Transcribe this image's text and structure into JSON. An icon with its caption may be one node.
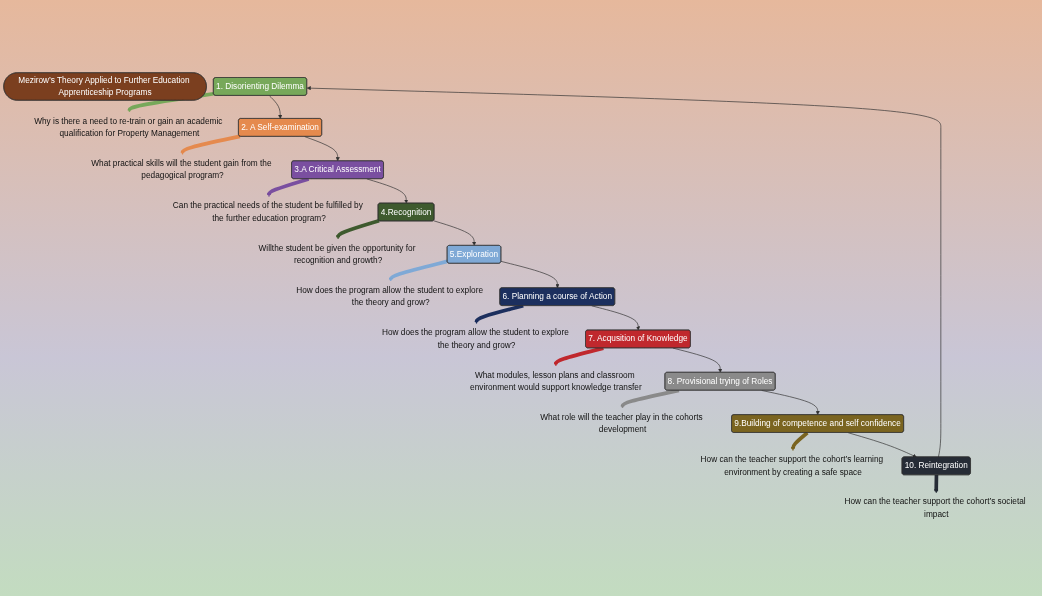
{
  "diagram": {
    "nodes": [
      {
        "text": [
          "Mezirow’s Theory Applied to Further Education Apprenticeship Programs"
        ]
      },
      {
        "text": [
          "1. Disorienting Dilemma"
        ]
      },
      {
        "text": [
          "Why is there a need to re-train or gain an academic qualification for Property Management"
        ]
      },
      {
        "text": [
          "2. A Self-examination"
        ]
      },
      {
        "text": [
          "What practical skills will the student gain from the pedagogical program?"
        ]
      },
      {
        "text": [
          "3.A Critical Assessment"
        ]
      },
      {
        "text": [
          "Can the practical needs of the student be fulfilled by the further education program?"
        ]
      },
      {
        "text": [
          "4.Recognition"
        ]
      },
      {
        "text": [
          "Willthe student be given the opportunity for recognition and growth?"
        ]
      },
      {
        "text": [
          "5.Exploration"
        ]
      },
      {
        "text": [
          "How does the program allow the student to explore the theory and grow?"
        ]
      },
      {
        "text": [
          "6. Planning a course of Action"
        ]
      },
      {
        "text": [
          "How does the program allow the student to explore the theory and grow?"
        ]
      },
      {
        "text": [
          "7. Acqusition of Knowledge"
        ]
      },
      {
        "text": [
          "What modules, lesson plans and classroom environment would support knowledge transfer"
        ]
      },
      {
        "text": [
          "8. Provisional trying of Roles"
        ]
      },
      {
        "text": [
          "What role will the teacher play in the cohorts development"
        ]
      },
      {
        "text": [
          "9.Building of competence and self confidence"
        ]
      },
      {
        "text": [
          "How can the teacher support the cohort’s learning environment by creating a safe space"
        ]
      },
      {
        "text": [
          "10. Reintegration"
        ]
      },
      {
        "text": [
          "How can the teacher support the cohort’s societal impact"
        ]
      }
    ],
    "edges": [
      {
        "from": 1,
        "to": 3,
        "arrow": "to"
      },
      {
        "from": 3,
        "to": 5,
        "arrow": "to"
      },
      {
        "from": 5,
        "to": 7,
        "arrow": "to"
      },
      {
        "from": 7,
        "to": 9,
        "arrow": "to"
      },
      {
        "from": 9,
        "to": 11,
        "arrow": "to"
      },
      {
        "from": 11,
        "to": 13,
        "arrow": "to"
      },
      {
        "from": 13,
        "to": 15,
        "arrow": "to"
      },
      {
        "from": 15,
        "to": 17,
        "arrow": "to"
      },
      {
        "from": 17,
        "to": 19,
        "arrow": "to"
      },
      {
        "from": 19,
        "to": 1,
        "arrow": "to"
      },
      {
        "from": 1,
        "to": 2,
        "arrow": "to",
        "style": "thick",
        "color": "#77a85a"
      },
      {
        "from": 3,
        "to": 4,
        "arrow": "to",
        "style": "thick",
        "color": "#e58a4e"
      },
      {
        "from": 5,
        "to": 6,
        "arrow": "to",
        "style": "thick",
        "color": "#7a4fa0"
      },
      {
        "from": 7,
        "to": 8,
        "arrow": "to",
        "style": "thick",
        "color": "#3e5a2e"
      },
      {
        "from": 9,
        "to": 10,
        "arrow": "to",
        "style": "thick",
        "color": "#7fa9d6"
      },
      {
        "from": 11,
        "to": 12,
        "arrow": "to",
        "style": "thick",
        "color": "#1c2f5e"
      },
      {
        "from": 13,
        "to": 14,
        "arrow": "to",
        "style": "thick",
        "color": "#c0282d"
      },
      {
        "from": 15,
        "to": 16,
        "arrow": "to",
        "style": "thick",
        "color": "#8a8a8a"
      },
      {
        "from": 17,
        "to": 18,
        "arrow": "to",
        "style": "thick",
        "color": "#7a6420"
      },
      {
        "from": 19,
        "to": 20,
        "arrow": "to",
        "style": "thick",
        "color": "#262c36"
      }
    ]
  }
}
